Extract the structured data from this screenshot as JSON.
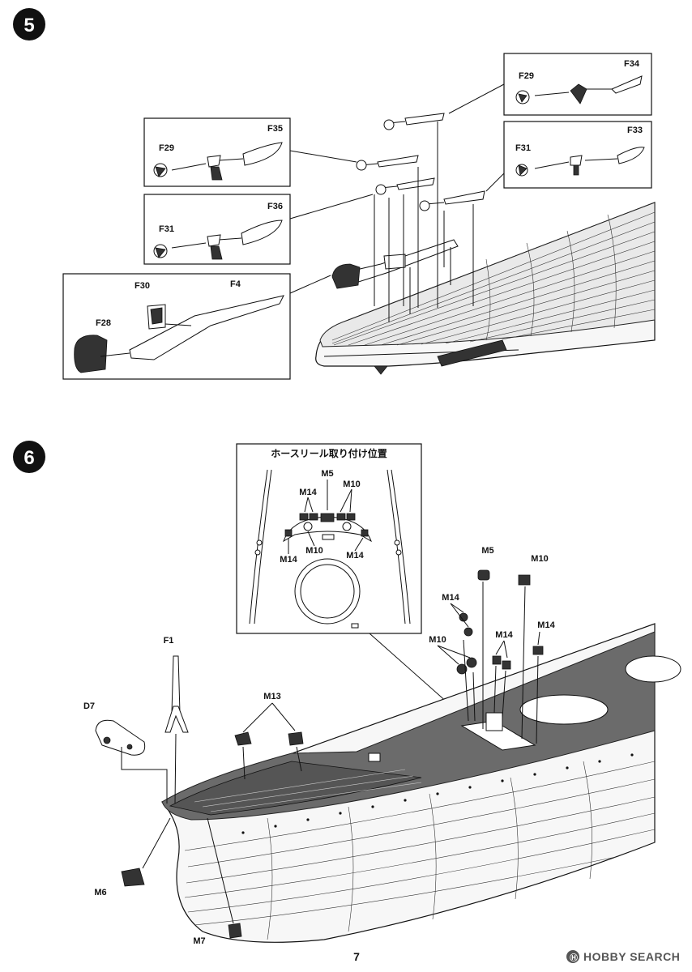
{
  "page_number": "7",
  "watermark": {
    "brand": "HOBBY SEARCH",
    "symbol": "Ⓗ"
  },
  "step5": {
    "number": "5",
    "boxes": {
      "top_right": {
        "labels": [
          "F34",
          "F29"
        ]
      },
      "mid_right": {
        "labels": [
          "F33",
          "F31"
        ]
      },
      "left_upper": {
        "labels": [
          "F35",
          "F29"
        ]
      },
      "left_mid": {
        "labels": [
          "F36",
          "F31"
        ]
      },
      "left_lower": {
        "labels": [
          "F30",
          "F4",
          "F28"
        ]
      }
    }
  },
  "step6": {
    "number": "6",
    "inset": {
      "title": "ホースリール取り付け位置",
      "labels": [
        "M5",
        "M14",
        "M10",
        "M14",
        "M10",
        "M14"
      ]
    },
    "labels": {
      "m5": "M5",
      "m10_top": "M10",
      "m14_a": "M14",
      "m10_b": "M10",
      "m14_b": "M14",
      "m14_c": "M14",
      "f1": "F1",
      "d7": "D7",
      "m13": "M13",
      "m6": "M6",
      "m7": "M7"
    }
  },
  "colors": {
    "step_badge": "#111111",
    "deck": "#6b6b6b"
  }
}
